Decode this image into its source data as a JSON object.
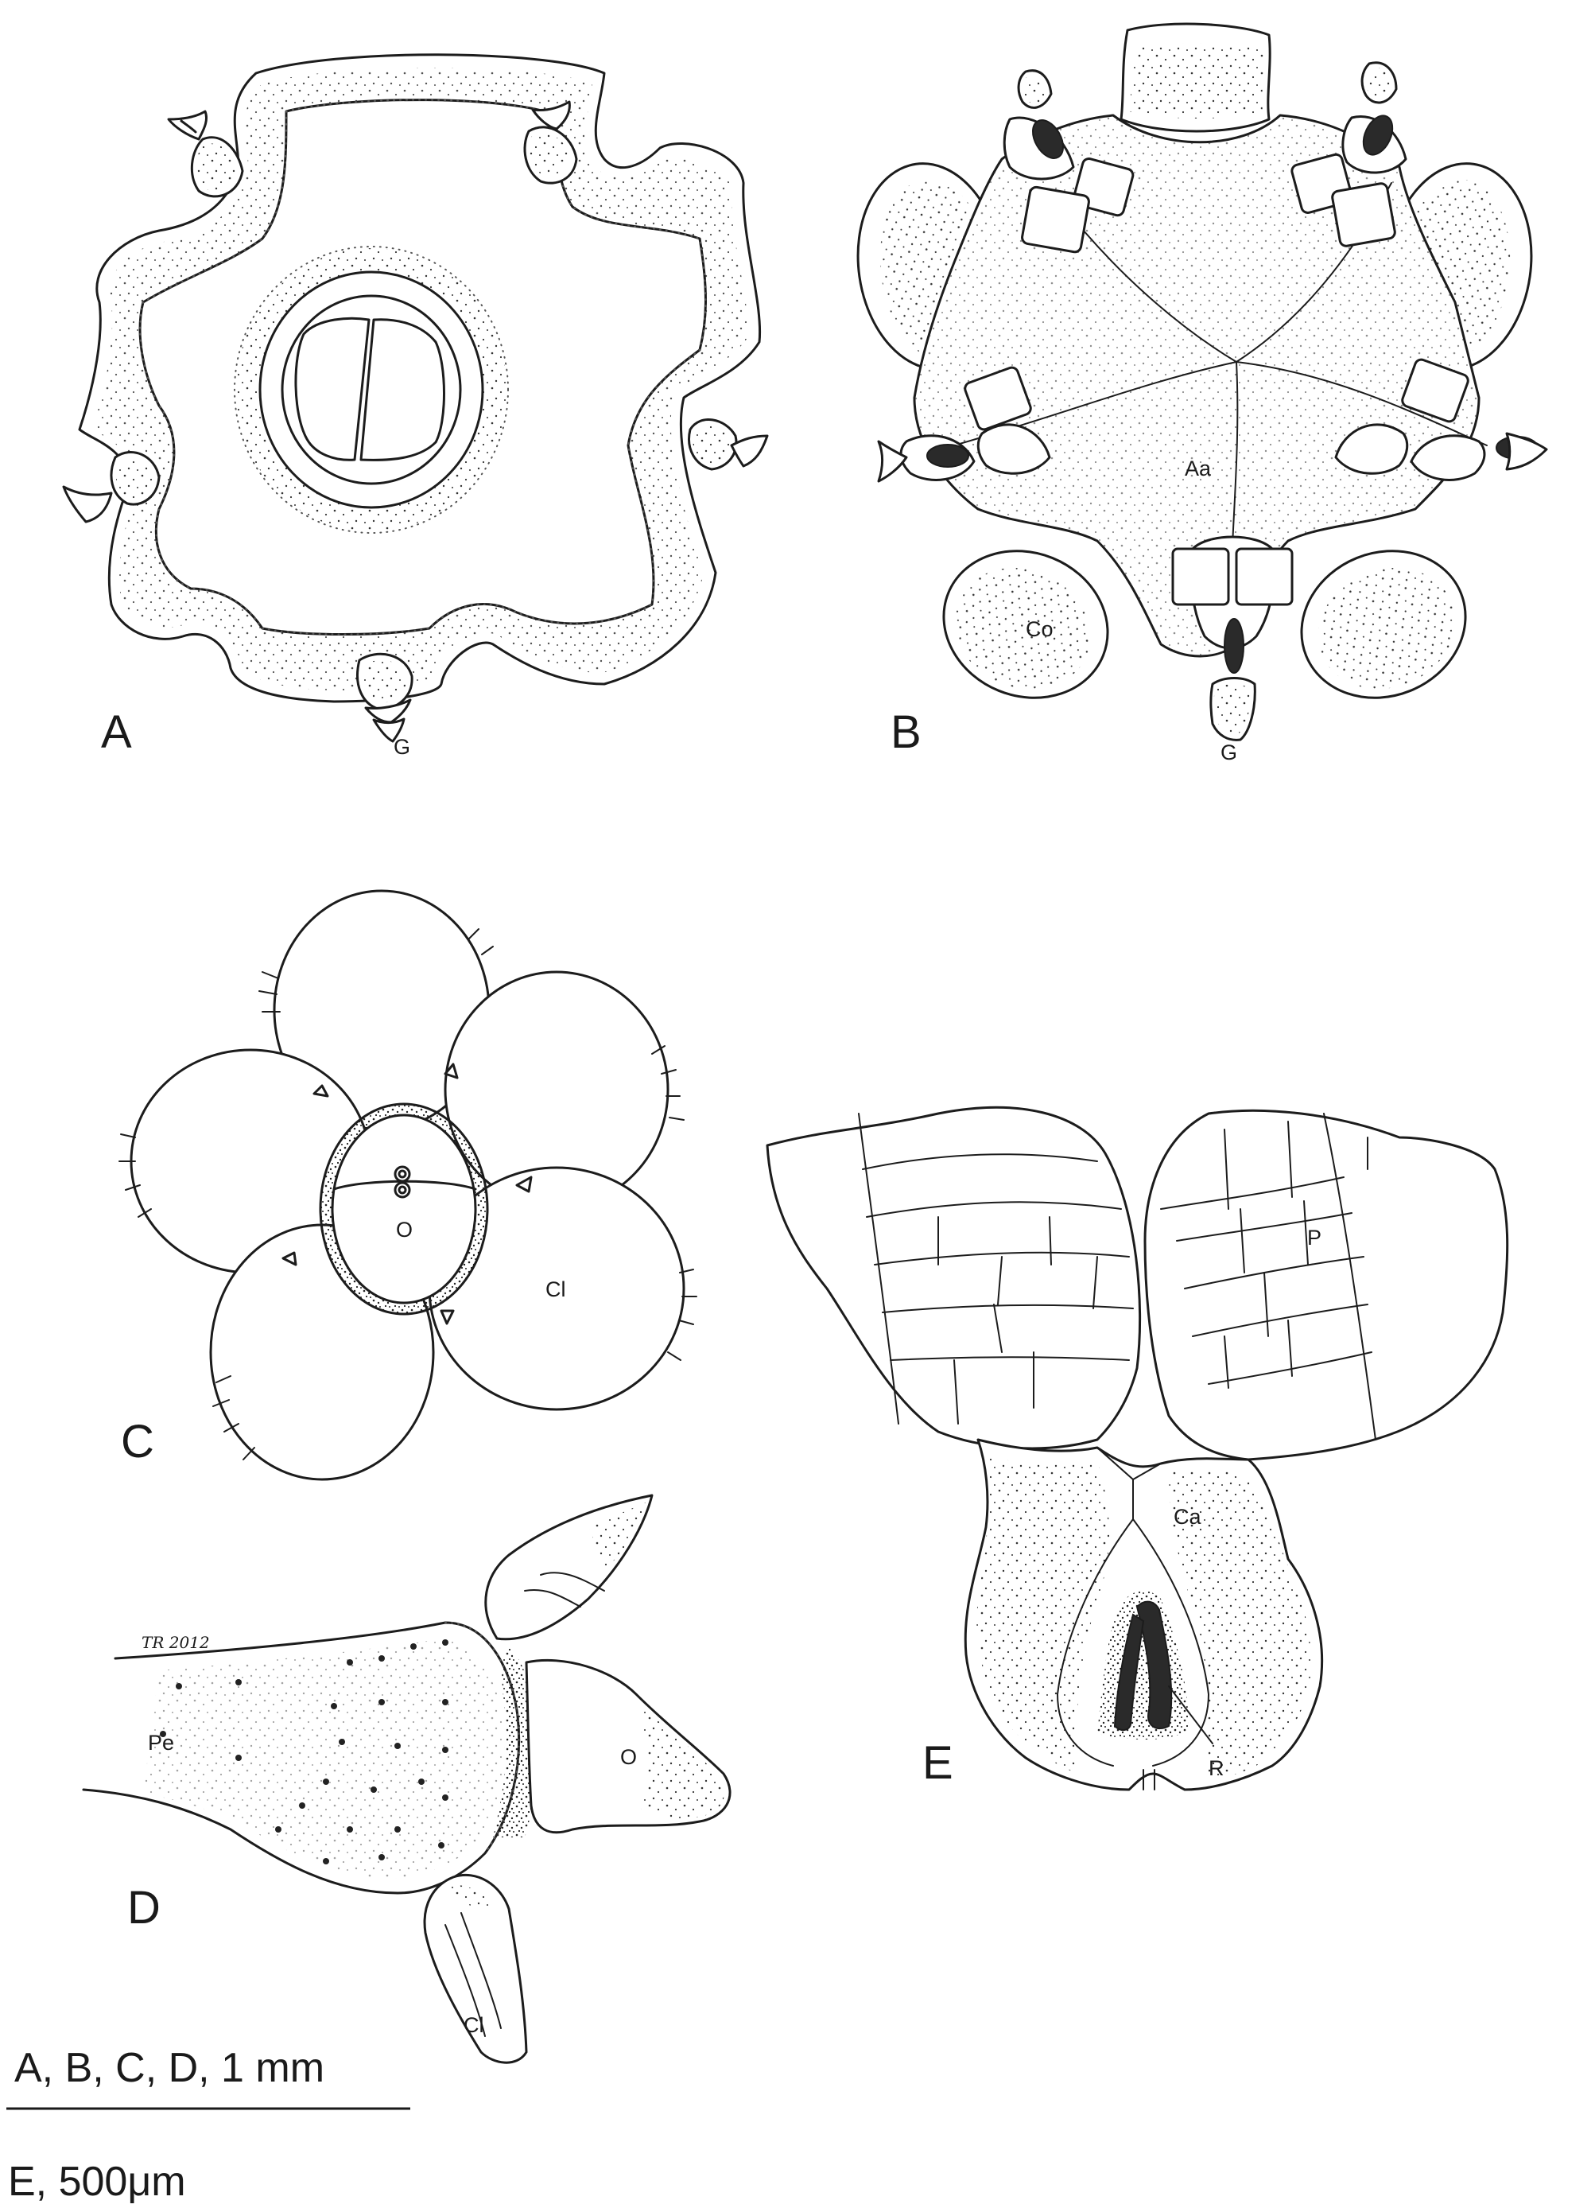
{
  "panels": {
    "a": {
      "letter": "A",
      "labels": {
        "g": "G"
      }
    },
    "b": {
      "letter": "B",
      "labels": {
        "aa": "Aa",
        "co": "Co",
        "g": "G"
      }
    },
    "c": {
      "letter": "C",
      "labels": {
        "o": "O",
        "cl": "Cl"
      }
    },
    "d": {
      "letter": "D",
      "labels": {
        "pe": "Pe",
        "o": "O",
        "cl": "Cl"
      },
      "signature": "TR 2012"
    },
    "e": {
      "letter": "E",
      "labels": {
        "p": "P",
        "ca": "Ca",
        "r": "R"
      }
    }
  },
  "scale_bars": {
    "abcd": "A, B, C, D, 1 mm",
    "e": "E, 500μm"
  },
  "colors": {
    "ink": "#1c1c1c",
    "background": "#ffffff"
  }
}
